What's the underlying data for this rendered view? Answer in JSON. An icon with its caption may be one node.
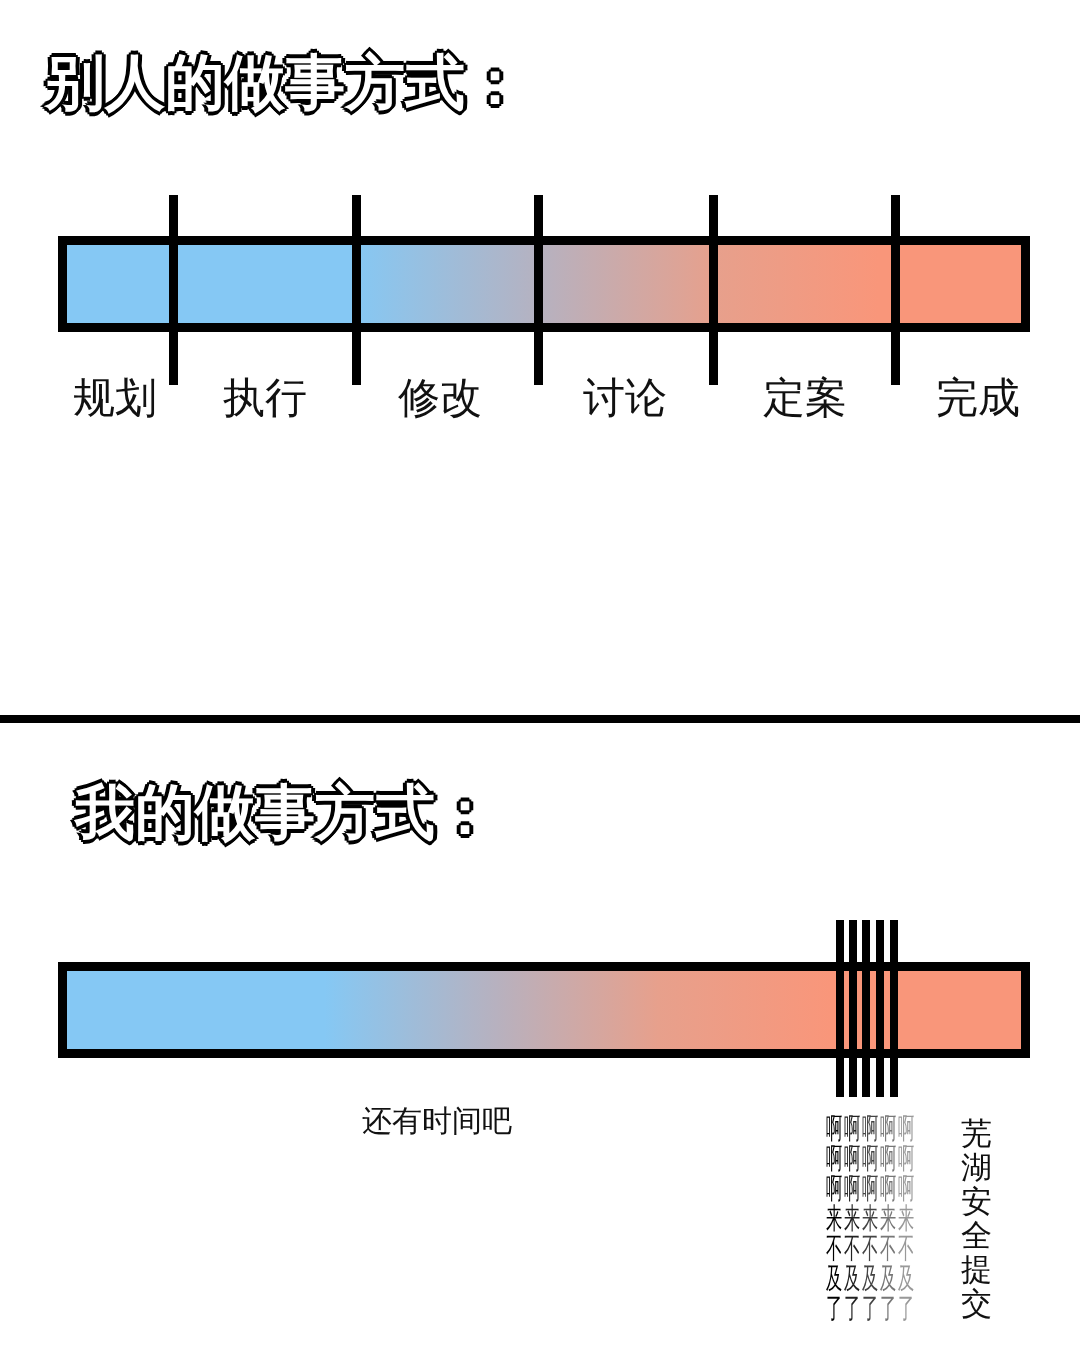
{
  "diagram": {
    "labels": [
      "别人的做事方式：",
      "规划",
      "执行",
      "修改",
      "讨论",
      "定案",
      "完成",
      "我的做事方式：",
      "还有时间吧",
      "啊啊啊来不及了",
      "啊啊啊来不及了",
      "啊啊啊来不及了",
      "啊啊啊来不及了",
      "啊啊啊来不及了",
      "芜湖安全提交"
    ]
  }
}
